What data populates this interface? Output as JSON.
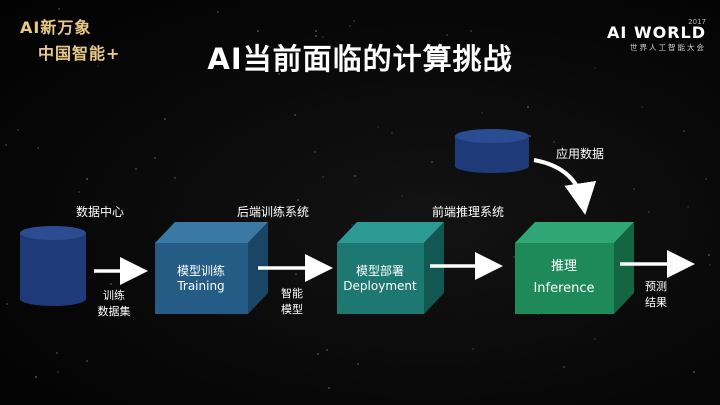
{
  "logo_left": {
    "line1": "AI新万象",
    "line2": "中国智能+"
  },
  "logo_right": {
    "year": "2017",
    "brand": "AI WORLD",
    "subtitle": "世界人工智能大会"
  },
  "title": "AI当前面临的计算挑战",
  "diagram": {
    "datacenter_label": "数据中心",
    "dataset_label": [
      "训练",
      "数据集"
    ],
    "backend_label": "后端训练系统",
    "training_box": [
      "模型训练",
      "Training"
    ],
    "model_label": [
      "智能",
      "模型"
    ],
    "frontend_label": "前端推理系统",
    "deployment_box": [
      "模型部署",
      "Deployment"
    ],
    "inference_box": [
      "推理",
      "Inference"
    ],
    "app_data_label": "应用数据",
    "result_label": [
      "预测",
      "结果"
    ]
  },
  "colors": {
    "cylinder": "#1f3a78",
    "training_face": "#255c86",
    "deployment_face": "#1d7872",
    "inference_face": "#1e8a5a",
    "logo_gold": "#e9c98a"
  }
}
